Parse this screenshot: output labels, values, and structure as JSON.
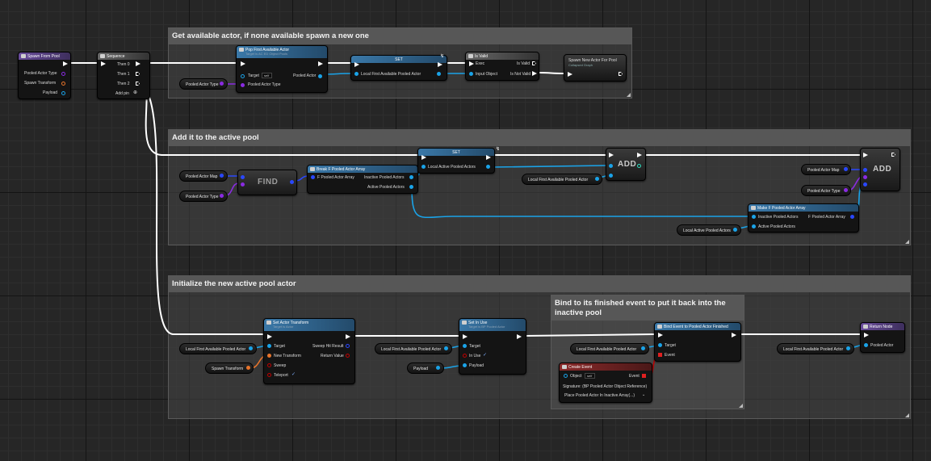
{
  "comments": {
    "c1": "Get available actor, if none available spawn a new one",
    "c2": "Add it to the active pool",
    "c3": "Initialize the new active pool actor",
    "c4": "Bind to its finished event to put it back into the inactive pool"
  },
  "nodes": {
    "spawn_from_pool": {
      "title": "Spawn From Pool",
      "pins": [
        "Pooled Actor Type",
        "Spawn Transform",
        "Payload"
      ]
    },
    "sequence": {
      "title": "Sequence",
      "pins": [
        "Then 0",
        "Then 1",
        "Then 2",
        "Add pin"
      ]
    },
    "pop_first": {
      "title": "Pop First Available Actor",
      "subtitle": "Target is AC ED Object Pools",
      "target": "Target",
      "self": "self",
      "pooled_actor_type": "Pooled Actor Type",
      "pooled_actor": "Pooled Actor"
    },
    "set1": {
      "title": "SET",
      "pin": "Local First Available Pooled Actor"
    },
    "is_valid": {
      "title": "Is Valid",
      "exec": "Exec",
      "input_object": "Input Object",
      "is_valid": "Is Valid",
      "is_not_valid": "Is Not Valid"
    },
    "spawn_new": {
      "title": "Spawn New Actor For Pool",
      "subtitle": "Collapsed Graph"
    },
    "break_array": {
      "title": "Break F Pooled Actor Array",
      "in": "F Pooled Actor Array",
      "out1": "Inactive Pooled Actors",
      "out2": "Active Pooled Actors"
    },
    "set2": {
      "title": "SET",
      "pin": "Local Active Pooled Actors"
    },
    "make_array": {
      "title": "Make F Pooled Actor Array",
      "in1": "Inactive Pooled Actors",
      "in2": "Active Pooled Actors",
      "out": "F Pooled Actor Array"
    },
    "set_transform": {
      "title": "Set Actor Transform",
      "subtitle": "Target is Actor",
      "pins": [
        "Target",
        "New Transform",
        "Sweep",
        "Teleport"
      ],
      "outs": [
        "Sweep Hit Result",
        "Return Value"
      ]
    },
    "set_in_use": {
      "title": "Set In Use",
      "subtitle": "Target is BP Pooled Actor",
      "pins": [
        "Target",
        "In Use",
        "Payload"
      ]
    },
    "bind_event": {
      "title": "Bind Event to Pooled Actor Finished",
      "pins": [
        "Target",
        "Event"
      ]
    },
    "create_event": {
      "title": "Create Event",
      "object": "Object",
      "self": "self",
      "signature": "Signature: (BP Pooled Actor Object Reference)",
      "dropdown": "Place Pooled Actor In Inactive Array(...)"
    },
    "return_node": {
      "title": "Return Node",
      "pin": "Pooled Actor"
    }
  },
  "macros": {
    "find": "FIND",
    "add": "ADD"
  },
  "variables": {
    "pooled_actor_type": "Pooled Actor Type",
    "pooled_actor_map": "Pooled Actor Map",
    "local_first": "Local First Available Pooled Actor",
    "local_active": "Local Active Pooled Actors",
    "spawn_transform": "Spawn Transform",
    "payload": "Payload"
  },
  "colors": {
    "exec": "#ffffff",
    "object": "#1aa3e8",
    "class": "#8a2be2",
    "struct": "#1e5cff",
    "bool": "#c00000",
    "transform": "#e8742b",
    "comment_header": "#575757"
  }
}
